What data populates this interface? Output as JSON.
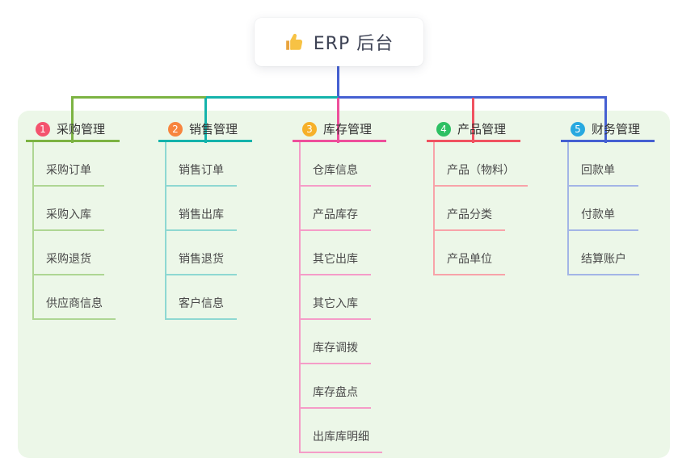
{
  "root": {
    "title": "ERP 后台",
    "icon": "thumbs-up-icon"
  },
  "colors": {
    "panel_bg": "#ecf7e8",
    "card_bg": "#ffffff",
    "root_line": "#4560d2"
  },
  "branches": [
    {
      "badge": "1",
      "label": "采购管理",
      "badge_color": "#f4536e",
      "line_color": "#7cb342",
      "child_line_color": "#aed693",
      "children": [
        "采购订单",
        "采购入库",
        "采购退货",
        "供应商信息"
      ]
    },
    {
      "badge": "2",
      "label": "销售管理",
      "badge_color": "#f7853e",
      "line_color": "#14b3ab",
      "child_line_color": "#8ed8d2",
      "children": [
        "销售订单",
        "销售出库",
        "销售退货",
        "客户信息"
      ]
    },
    {
      "badge": "3",
      "label": "库存管理",
      "badge_color": "#f6b029",
      "line_color": "#ee4f9b",
      "child_line_color": "#f59cc8",
      "children": [
        "仓库信息",
        "产品库存",
        "其它出库",
        "其它入库",
        "库存调拨",
        "库存盘点",
        "出库库明细"
      ]
    },
    {
      "badge": "4",
      "label": "产品管理",
      "badge_color": "#2dc063",
      "line_color": "#f05260",
      "child_line_color": "#f8a3a9",
      "children": [
        "产品（物料）",
        "产品分类",
        "产品单位"
      ]
    },
    {
      "badge": "5",
      "label": "财务管理",
      "badge_color": "#28a9e0",
      "line_color": "#4560d2",
      "child_line_color": "#a3b5e6",
      "children": [
        "回款单",
        "付款单",
        "结算账户"
      ]
    }
  ]
}
